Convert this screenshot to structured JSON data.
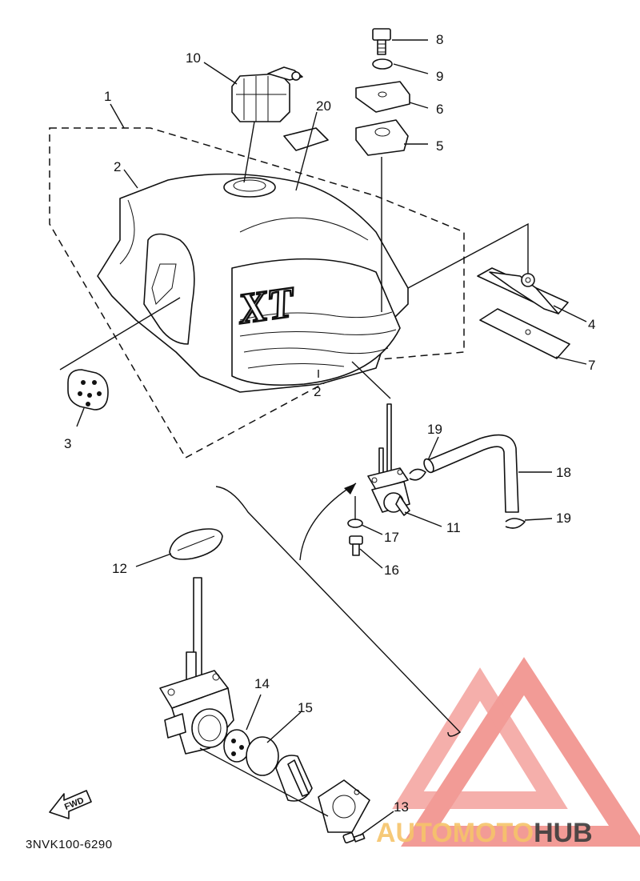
{
  "diagram": {
    "catalog_code": "3NVK100-6290",
    "fwd_label": "FWD",
    "tank_logo": "XT",
    "callouts": {
      "c1": "1",
      "c2a": "2",
      "c2b": "2",
      "c3": "3",
      "c4": "4",
      "c5": "5",
      "c6": "6",
      "c7": "7",
      "c8": "8",
      "c9": "9",
      "c10": "10",
      "c11": "11",
      "c12": "12",
      "c13": "13",
      "c14": "14",
      "c15": "15",
      "c16": "16",
      "c17": "17",
      "c18": "18",
      "c19a": "19",
      "c19b": "19",
      "c20": "20"
    }
  },
  "watermark": {
    "part1": "AUTOMOTO",
    "part2": "HUB",
    "color_primary": "#f08a84",
    "color_accent": "#f6c46a",
    "color_dark": "#3c3c3c"
  }
}
